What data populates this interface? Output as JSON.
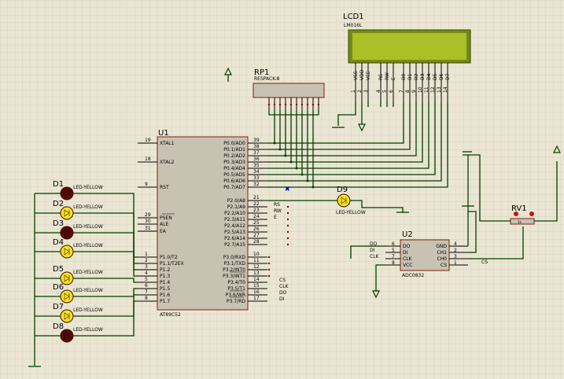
{
  "colors": {
    "background": "#ebe6d3",
    "grid": "#d3ceba",
    "component_body": "#c8c2b2",
    "component_outline": "#7a2010",
    "lcd_screen": "#a9c026",
    "lcd_body": "#76881a",
    "led_on": "#f5e320",
    "led_off": "#5a0808",
    "wire": "#003f00",
    "pin_dot": "#8b0000",
    "junction": "#0000cc"
  },
  "u1": {
    "ref": "U1",
    "part": "AT89C52",
    "left_pins": [
      {
        "num": "19",
        "name": "XTAL1"
      },
      {
        "num": "18",
        "name": "XTAL2"
      },
      {
        "num": "9",
        "name": "RST"
      },
      {
        "num": "29",
        "name": "PSEN"
      },
      {
        "num": "30",
        "name": "ALE"
      },
      {
        "num": "31",
        "name": "EA"
      },
      {
        "num": "1",
        "name": "P1.0/T2"
      },
      {
        "num": "2",
        "name": "P1.1/T2EX"
      },
      {
        "num": "3",
        "name": "P1.2"
      },
      {
        "num": "4",
        "name": "P1.3"
      },
      {
        "num": "5",
        "name": "P1.4"
      },
      {
        "num": "6",
        "name": "P1.5"
      },
      {
        "num": "7",
        "name": "P1.6"
      },
      {
        "num": "8",
        "name": "P1.7"
      }
    ],
    "right_pins": [
      {
        "num": "39",
        "name": "P0.0/AD0"
      },
      {
        "num": "38",
        "name": "P0.1/AD1"
      },
      {
        "num": "37",
        "name": "P0.2/AD2"
      },
      {
        "num": "36",
        "name": "P0.3/AD3"
      },
      {
        "num": "35",
        "name": "P0.4/AD4"
      },
      {
        "num": "34",
        "name": "P0.5/AD5"
      },
      {
        "num": "33",
        "name": "P0.6/AD6"
      },
      {
        "num": "32",
        "name": "P0.7/AD7"
      },
      {
        "num": "21",
        "name": "P2.0/A8"
      },
      {
        "num": "22",
        "name": "P2.1/A9"
      },
      {
        "num": "23",
        "name": "P2.2/A10"
      },
      {
        "num": "24",
        "name": "P2.3/A11"
      },
      {
        "num": "25",
        "name": "P2.4/A12"
      },
      {
        "num": "26",
        "name": "P2.5/A13"
      },
      {
        "num": "27",
        "name": "P2.6/A14"
      },
      {
        "num": "28",
        "name": "P2.7/A15"
      },
      {
        "num": "10",
        "name": "P3.0/RXD"
      },
      {
        "num": "11",
        "name": "P3.1/TXD"
      },
      {
        "num": "12",
        "name": "P3.2/INT0"
      },
      {
        "num": "13",
        "name": "P3.3/INT1"
      },
      {
        "num": "14",
        "name": "P3.4/T0"
      },
      {
        "num": "15",
        "name": "P3.5/T1"
      },
      {
        "num": "16",
        "name": "P3.6/WR"
      },
      {
        "num": "17",
        "name": "P3.7/RD"
      }
    ]
  },
  "lcd": {
    "ref": "LCD1",
    "part": "LM016L",
    "pin_names": [
      "VSS",
      "VDD",
      "VEE",
      "RS",
      "RW",
      "E",
      "D0",
      "D1",
      "D2",
      "D3",
      "D4",
      "D5",
      "D6",
      "D7"
    ],
    "pin_nums": [
      "1",
      "2",
      "3",
      "4",
      "5",
      "6",
      "7",
      "8",
      "9",
      "10",
      "11",
      "12",
      "13",
      "14"
    ]
  },
  "rp1": {
    "ref": "RP1",
    "part": "RESPACK-8"
  },
  "leds": [
    {
      "ref": "D1",
      "part": "LED-YELLOW",
      "lit": false
    },
    {
      "ref": "D2",
      "part": "LED-YELLOW",
      "lit": true
    },
    {
      "ref": "D3",
      "part": "LED-YELLOW",
      "lit": false
    },
    {
      "ref": "D4",
      "part": "LED-YELLOW",
      "lit": true
    },
    {
      "ref": "D5",
      "part": "LED-YELLOW",
      "lit": true
    },
    {
      "ref": "D6",
      "part": "LED-YELLOW",
      "lit": true
    },
    {
      "ref": "D7",
      "part": "LED-YELLOW",
      "lit": true
    },
    {
      "ref": "D8",
      "part": "LED-YELLOW",
      "lit": false
    }
  ],
  "d9": {
    "ref": "D9",
    "part": "LED-YELLOW",
    "lit": true
  },
  "u2": {
    "ref": "U2",
    "part": "ADC0832",
    "left_pins": [
      {
        "num": "6",
        "name": "DO"
      },
      {
        "num": "5",
        "name": "DI"
      },
      {
        "num": "7",
        "name": "CLK"
      },
      {
        "num": "8",
        "name": "VCC"
      }
    ],
    "right_pins": [
      {
        "num": "4",
        "name": "GND"
      },
      {
        "num": "2",
        "name": "CH1"
      },
      {
        "num": "3",
        "name": "CH0"
      },
      {
        "num": "1",
        "name": "CS"
      }
    ],
    "left_nets": [
      "DO",
      "DI",
      "CLK"
    ],
    "cs_net": "CS"
  },
  "rv1": {
    "ref": "RV1",
    "value": "1k"
  },
  "p2_nets": [
    "RS",
    "RW",
    "E"
  ],
  "p3_nets": [
    "CS",
    "CLK",
    "DO",
    "DI"
  ]
}
